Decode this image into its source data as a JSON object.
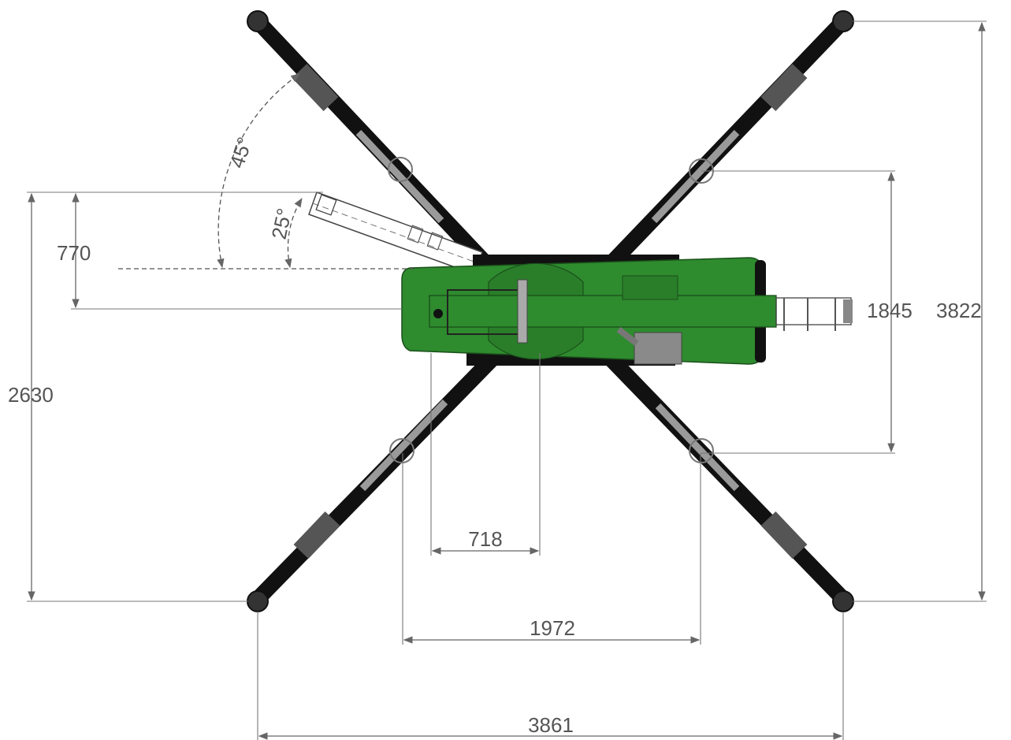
{
  "colors": {
    "body": "#2e8b2e",
    "body_dark": "#1f6e1f",
    "leg": "#111111",
    "leg_detail": "#9a9a9a",
    "foot": "#333333",
    "dimension": "#555555"
  },
  "dimensions": {
    "total_width": "3861",
    "inner_pad_span": "1972",
    "base_width": "718",
    "total_length": "3822",
    "leg_span": "1845",
    "rear_to_center": "2630",
    "boom_offset": "770"
  },
  "angles": {
    "outer": "45°",
    "inner": "25°"
  }
}
